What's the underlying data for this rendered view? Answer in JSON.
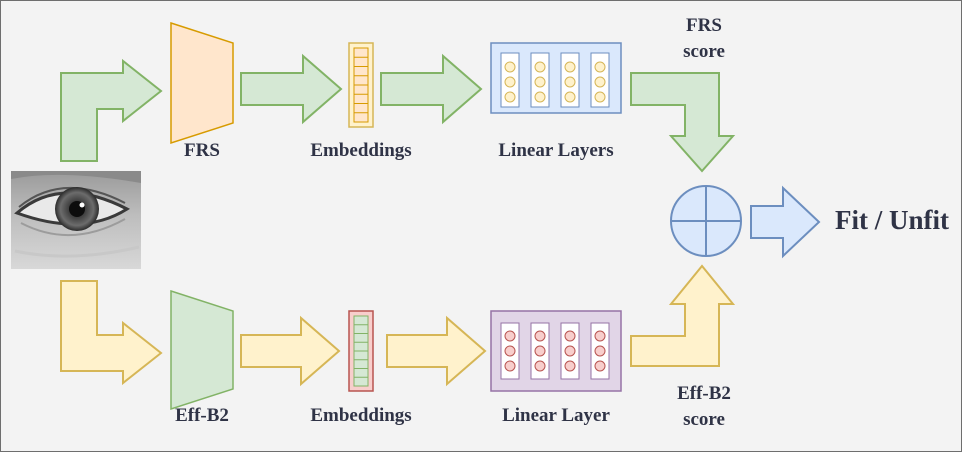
{
  "colors": {
    "green_fill": "#d5e8d4",
    "green_stroke": "#82b366",
    "yellow_fill": "#fff2cc",
    "yellow_stroke": "#d6b656",
    "orange_fill": "#ffe6cc",
    "orange_stroke": "#d79b00",
    "blue_fill": "#dae8fc",
    "blue_stroke": "#6c8ebf",
    "purple_fill": "#e1d5e7",
    "purple_stroke": "#9673a6",
    "red_fill": "#f8cecc",
    "red_stroke": "#b85450",
    "text": "#2f3346"
  },
  "top_branch": {
    "backbone_label": "FRS",
    "embeddings_label": "Embeddings",
    "layers_label": "Linear Layers",
    "score_label_line1": "FRS",
    "score_label_line2": "score"
  },
  "bottom_branch": {
    "backbone_label": "Eff-B2",
    "embeddings_label": "Embeddings",
    "layers_label": "Linear Layer",
    "score_label_line1": "Eff-B2",
    "score_label_line2": "score"
  },
  "output": {
    "label": "Fit / Unfit"
  },
  "input": {
    "icon": "eye-photo"
  }
}
